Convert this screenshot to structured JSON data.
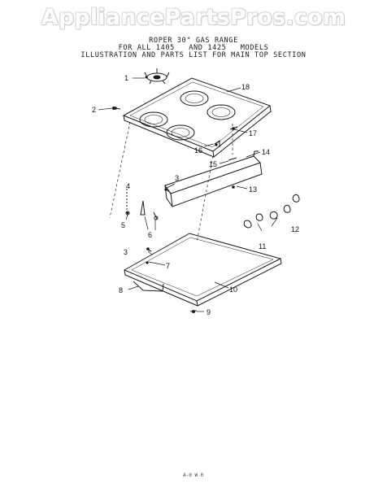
{
  "watermark": "AppliancePartsPros.com",
  "header": {
    "line1": "ROPER 30\" GAS RANGE",
    "line2": "FOR ALL 1405   AND 1425   MODELS",
    "line3": "ILLUSTRATION AND PARTS LIST FOR MAIN TOP SECTION"
  },
  "callouts": {
    "c1": "1",
    "c2": "2",
    "c3a": "3",
    "c3b": "3",
    "c4": "4",
    "c5": "5",
    "c6": "6",
    "c7": "7",
    "c8": "8",
    "c9": "9",
    "c10": "10",
    "c11": "11",
    "c12": "12",
    "c13": "13",
    "c14": "14",
    "c15": "15",
    "c16": "16",
    "c17": "17",
    "c18": "18"
  },
  "footer_code": "A-0 W 0"
}
